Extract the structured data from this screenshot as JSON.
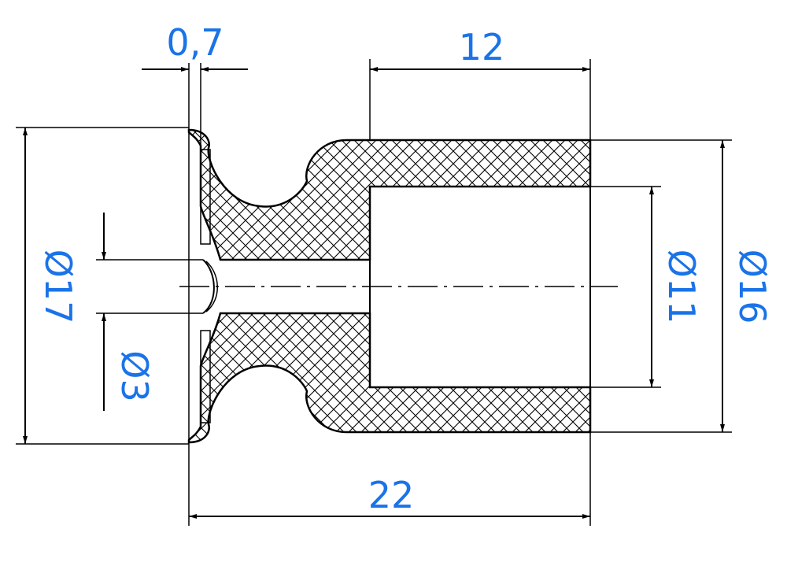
{
  "colors": {
    "dimension_text": "#1a73e8",
    "lines": "#000000",
    "background": "#ffffff"
  },
  "dimensions": {
    "seal_thickness": "0,7",
    "bore_depth": "12",
    "total_length": "22",
    "outer_diameter_flange": "Ø17",
    "hole_diameter": "Ø3",
    "bore_diameter": "Ø11",
    "body_diameter": "Ø16"
  }
}
